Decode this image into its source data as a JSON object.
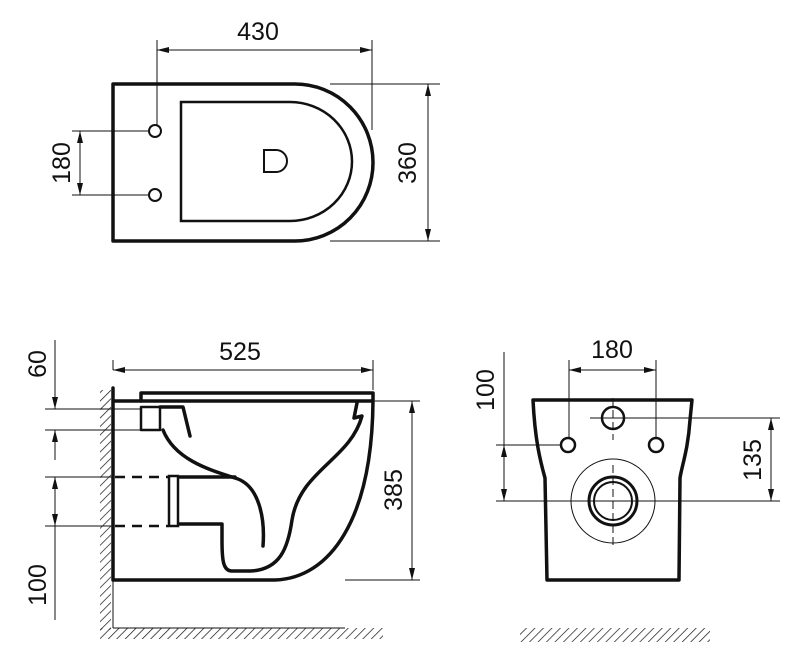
{
  "drawing": {
    "top_view": {
      "length": "430",
      "hole_spacing": "180",
      "width": "360"
    },
    "side_view": {
      "length": "525",
      "top_offset": "60",
      "pipe_height": "100",
      "height": "385"
    },
    "front_view": {
      "hole_spacing": "180",
      "hole_offset": "100",
      "outlet_height": "135"
    },
    "line_color": "#111111"
  }
}
